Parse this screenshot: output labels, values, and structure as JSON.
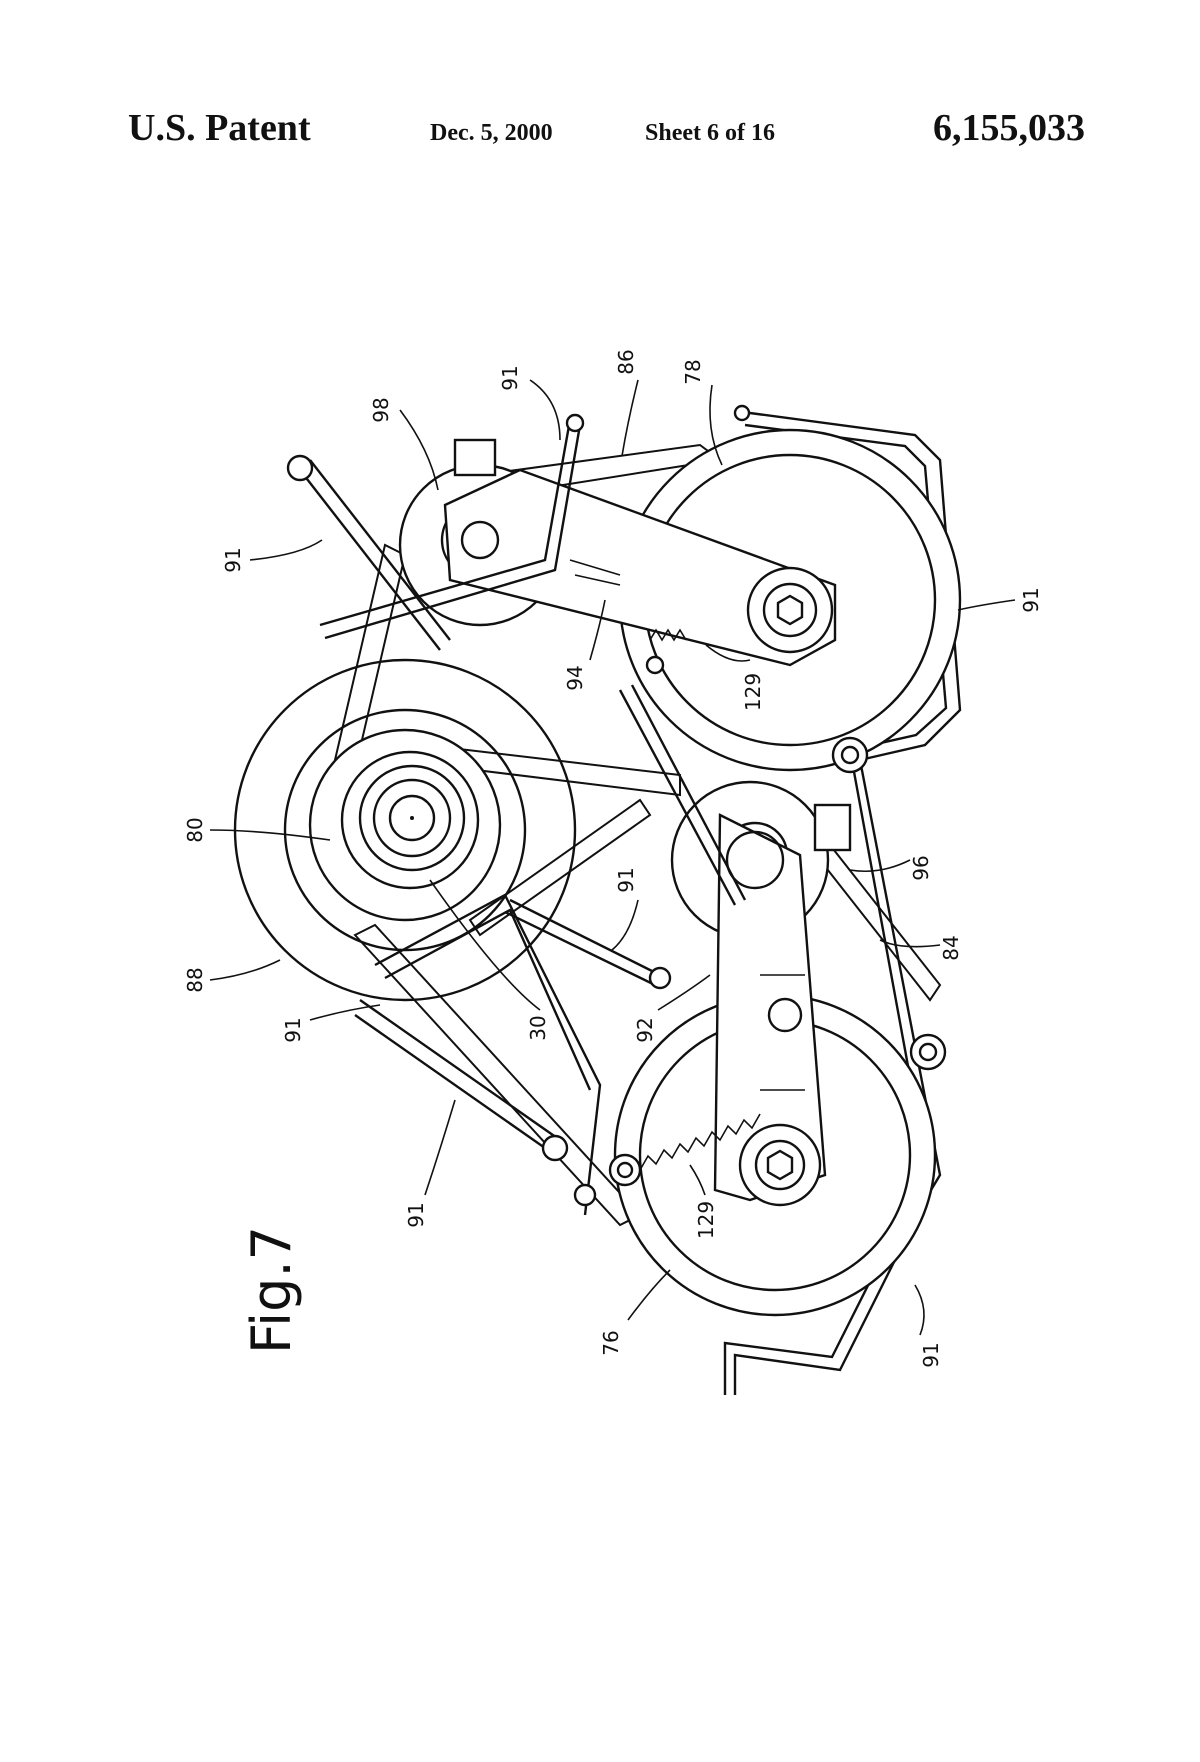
{
  "header": {
    "title": "U.S. Patent",
    "date": "Dec. 5, 2000",
    "sheet": "Sheet 6 of 16",
    "patent_number": "6,155,033"
  },
  "figure": {
    "label": "Fig.7"
  },
  "labels": {
    "l98": "98",
    "l91_top": "91",
    "l86": "86",
    "l78": "78",
    "l91_upper_left": "91",
    "l91_right_top": "91",
    "l94": "94",
    "l129_top": "129",
    "l80": "80",
    "l88": "88",
    "l91_center": "91",
    "l96": "96",
    "l84": "84",
    "l30": "30",
    "l92": "92",
    "l91_left": "91",
    "l91_lower_left": "91",
    "l129_bottom": "129",
    "l76": "76",
    "l91_bottom_right": "91"
  }
}
